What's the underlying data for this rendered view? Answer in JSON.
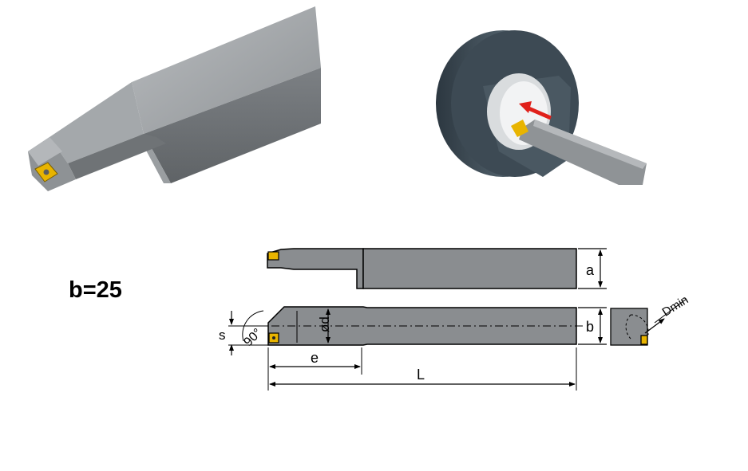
{
  "heading": "b=25",
  "dims": {
    "a": "a",
    "b": "b",
    "s": "s",
    "e": "e",
    "L": "L",
    "phi_d": "ød",
    "angle": "90°",
    "dmin": "Dmin"
  },
  "colors": {
    "tool_gray": "#8a8d90",
    "tool_dark": "#6e7174",
    "insert_yellow": "#e8b400",
    "ring_dark": "#3a4750",
    "arrow_red": "#e0201a",
    "line": "#000000"
  },
  "icons": [
    "boring-bar-3d-illustration",
    "boring-in-workpiece-illustration",
    "red-arrow-icon",
    "insert-icon"
  ]
}
